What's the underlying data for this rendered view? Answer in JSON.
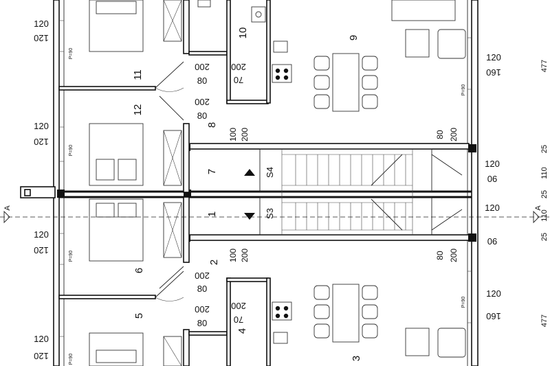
{
  "rooms": {
    "r1": "1",
    "r2": "2",
    "r3": "3",
    "r4": "4",
    "r5": "5",
    "r6": "6",
    "r7": "7",
    "r8": "8",
    "r9": "9",
    "r10": "10",
    "r11": "11",
    "r12": "12"
  },
  "stairs": {
    "s3": "S3",
    "s4": "S4"
  },
  "section": {
    "left": "A",
    "right": "A"
  },
  "dims_left": {
    "a1": "120",
    "a2": "120",
    "b1": "120",
    "b2": "120",
    "c1": "120",
    "c2": "120",
    "d1": "120",
    "d2": "120",
    "p1": "P=90",
    "p2": "P=90",
    "p3": "P=90",
    "p4": "P=90"
  },
  "dims_mid": {
    "u1": "200",
    "u2": "80",
    "u3": "200",
    "u4": "80",
    "u5": "200",
    "u6": "70",
    "u7": "100",
    "u8": "200",
    "l1": "100",
    "l2": "200",
    "l3": "200",
    "l4": "80",
    "l5": "200",
    "l6": "80",
    "l7": "200",
    "l8": "70"
  },
  "dims_right": {
    "a1": "120",
    "a2": "160",
    "b1": "120",
    "b2": "90",
    "c1": "120",
    "c2": "90",
    "d1": "120",
    "d2": "160",
    "e1": "80",
    "e2": "200",
    "f1": "80",
    "f2": "200",
    "p1": "P=90",
    "p2": "P=90"
  },
  "dims_edge": {
    "a": "477",
    "b": "25",
    "c": "110",
    "d": "25",
    "e": "110",
    "f": "25",
    "g": "477"
  }
}
